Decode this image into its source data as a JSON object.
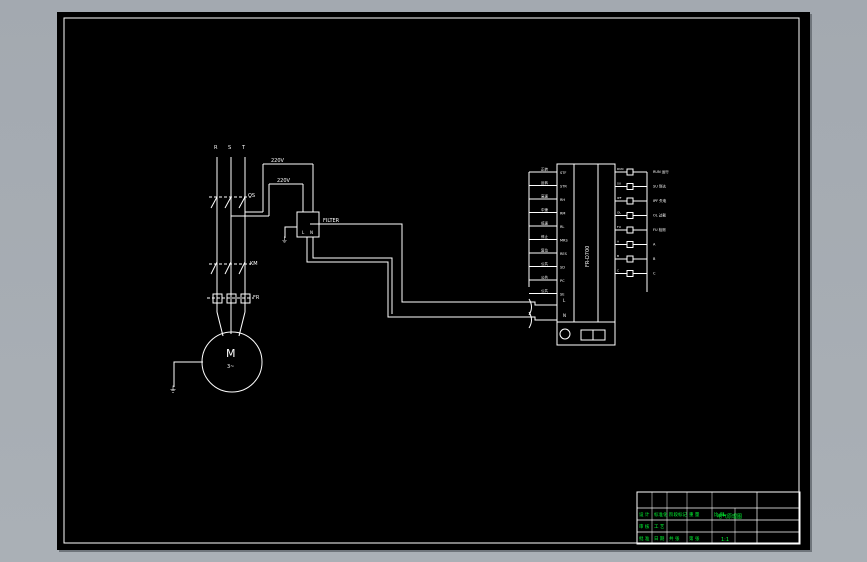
{
  "colors": {
    "background": "#a6acb3",
    "sheet": "#000000",
    "line": "#ffffff",
    "title_block_text": "#00ff33"
  },
  "supply": {
    "phase_labels": [
      "R",
      "S",
      "T"
    ],
    "breaker_label": "QS",
    "contactor_label": "KM",
    "overload_label": "FR",
    "ground_symbol": "⏚"
  },
  "motor": {
    "label": "M",
    "sub_label": "3~"
  },
  "filter": {
    "label": "FILTER",
    "terminals": [
      "L",
      "N"
    ]
  },
  "feed_labels": [
    "220V",
    "220V"
  ],
  "inverter": {
    "model_label": "FR-D700",
    "input_terminals": [
      "L",
      "N"
    ],
    "left_terminal_labels": [
      "STF",
      "STR",
      "RH",
      "RM",
      "RL",
      "MRS",
      "RES",
      "SD",
      "PC",
      "SE"
    ],
    "left_signal_labels": [
      "正转",
      "反转",
      "高速",
      "中速",
      "低速",
      "停止",
      "复位",
      "公共",
      "公共",
      "公共"
    ],
    "right_output_labels": [
      "RUN",
      "SU",
      "IPF",
      "OL",
      "FU",
      "A",
      "B",
      "C"
    ],
    "right_signal_labels": [
      "RUN 运行",
      "SU 到达",
      "IPF 失电",
      "OL 过载",
      "FU 检测",
      "A",
      "B",
      "C"
    ]
  },
  "title_block": {
    "rows": [
      [
        "",
        "",
        "",
        "",
        "",
        ""
      ],
      [
        "设 计",
        "标准化",
        "阶段标记",
        "重 量",
        "比 例",
        ""
      ],
      [
        "审 核",
        "工 艺",
        "",
        "",
        "",
        ""
      ],
      [
        "批 准",
        "日 期",
        "共 张",
        "第 张",
        "",
        ""
      ]
    ],
    "drawing_title": "电气原理图",
    "scale": "1:1"
  }
}
